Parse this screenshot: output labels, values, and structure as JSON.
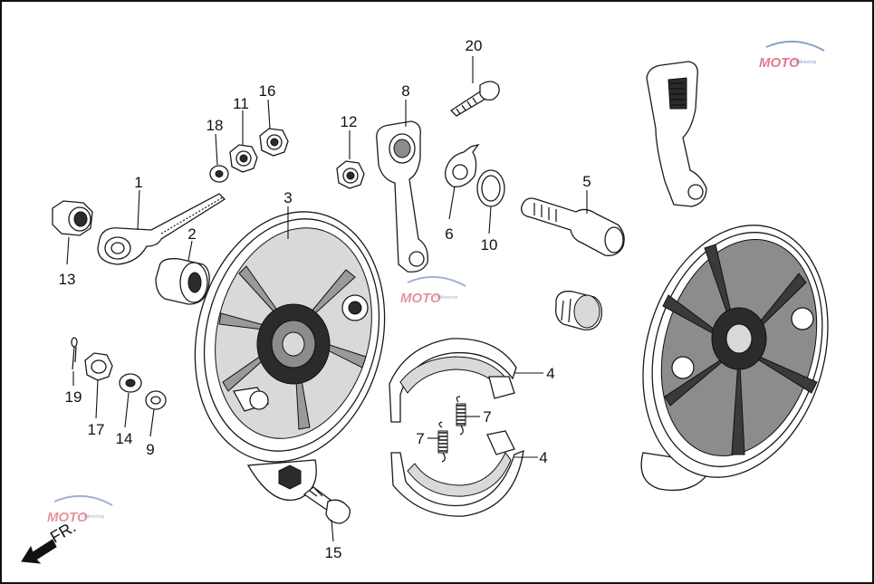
{
  "diagram": {
    "direction_label": "FR.",
    "watermark": {
      "brand": "MOTO",
      "sub": "Onlineshop",
      "colors": {
        "primary": "#c8102e",
        "accent": "#2b4fa3"
      }
    },
    "parts": [
      {
        "id": "p1",
        "number": "1"
      },
      {
        "id": "p2",
        "number": "2"
      },
      {
        "id": "p3",
        "number": "3"
      },
      {
        "id": "p4a",
        "number": "4"
      },
      {
        "id": "p4b",
        "number": "4"
      },
      {
        "id": "p5",
        "number": "5"
      },
      {
        "id": "p6",
        "number": "6"
      },
      {
        "id": "p7a",
        "number": "7"
      },
      {
        "id": "p7b",
        "number": "7"
      },
      {
        "id": "p8",
        "number": "8"
      },
      {
        "id": "p9",
        "number": "9"
      },
      {
        "id": "p10",
        "number": "10"
      },
      {
        "id": "p11",
        "number": "11"
      },
      {
        "id": "p12",
        "number": "12"
      },
      {
        "id": "p13",
        "number": "13"
      },
      {
        "id": "p14",
        "number": "14"
      },
      {
        "id": "p15",
        "number": "15"
      },
      {
        "id": "p16",
        "number": "16"
      },
      {
        "id": "p17",
        "number": "17"
      },
      {
        "id": "p18",
        "number": "18"
      },
      {
        "id": "p19",
        "number": "19"
      },
      {
        "id": "p20",
        "number": "20"
      }
    ]
  }
}
